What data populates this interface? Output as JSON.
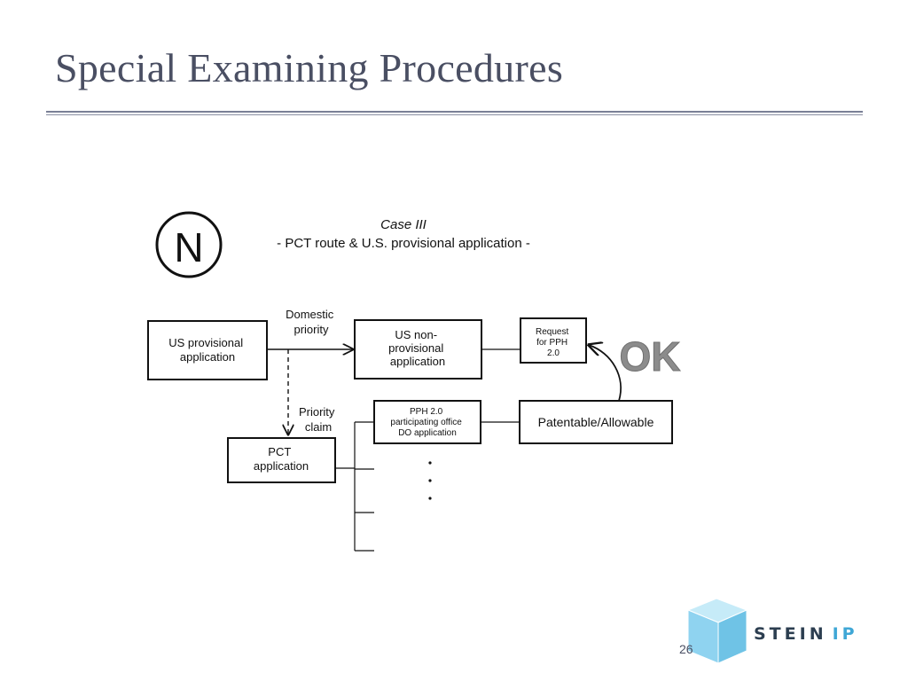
{
  "slide": {
    "title": "Special Examining Procedures",
    "page_number": "26"
  },
  "diagram": {
    "badge_letter": "N",
    "case_title": "Case III",
    "case_subtitle": "- PCT route & U.S. provisional application -",
    "boxes": {
      "us_provisional": [
        "US provisional",
        "application"
      ],
      "us_nonprovisional": [
        "US non-",
        "provisional",
        "application"
      ],
      "request_pph": [
        "Request",
        "for PPH",
        "2.0"
      ],
      "pct_application": [
        "PCT",
        "application"
      ],
      "pph_do_application": [
        "PPH 2.0",
        "participating office",
        "DO application"
      ],
      "patentable": [
        "Patentable/Allowable"
      ]
    },
    "labels": {
      "domestic_priority": [
        "Domestic",
        "priority"
      ],
      "priority_claim": [
        "Priority",
        "claim"
      ]
    },
    "ok_label": "OK",
    "ellipsis_dots": ".\n.\n."
  },
  "logo": {
    "name": "STEIN",
    "suffix": "IP",
    "cube_color": "#8fd3f0"
  }
}
